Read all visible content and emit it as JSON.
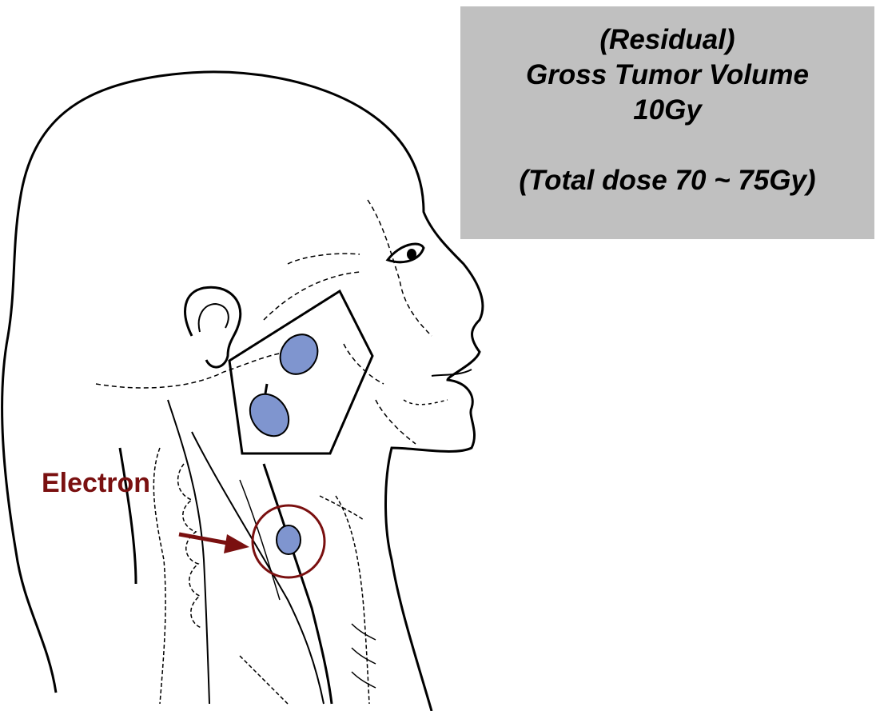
{
  "info_box": {
    "line1": "(Residual)",
    "line2": "Gross Tumor Volume",
    "line3": "10Gy",
    "line4": "(Total dose 70 ~ 75Gy)"
  },
  "electron": {
    "label": "Electron"
  },
  "colors": {
    "info_box_bg": "#c0c0c0",
    "tumor_fill": "#7f95cf",
    "electron_accent": "#7a1010",
    "outline": "#000000"
  }
}
